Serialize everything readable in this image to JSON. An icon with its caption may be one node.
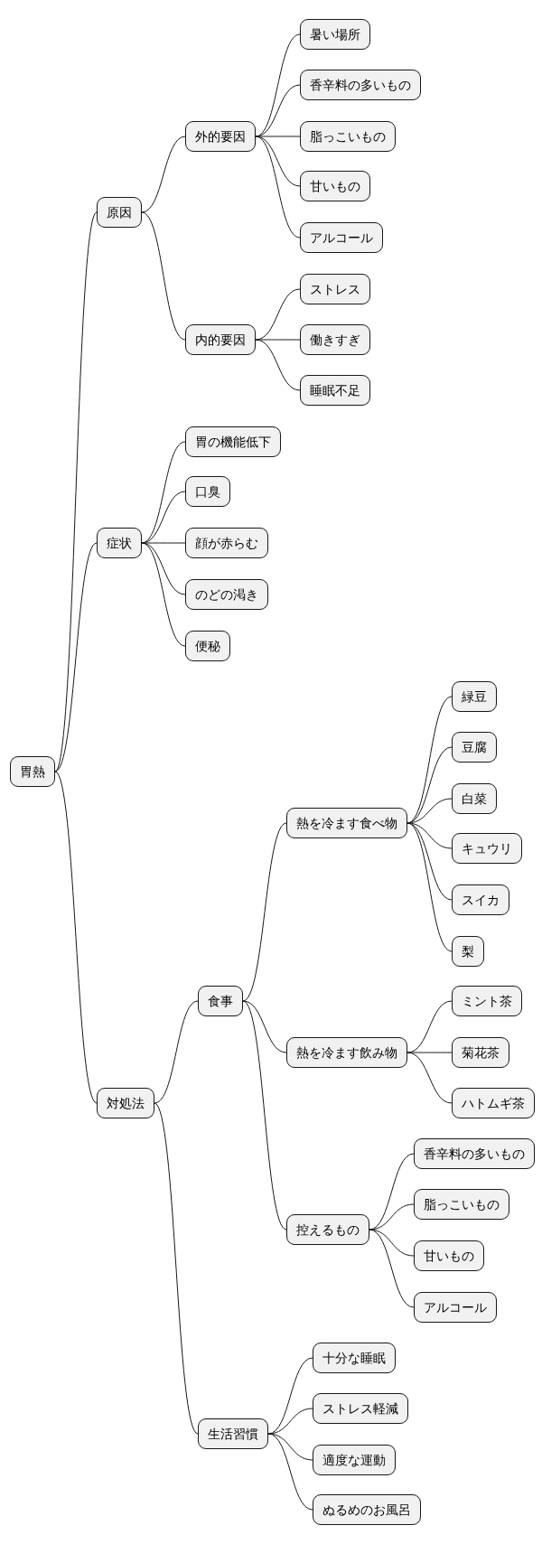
{
  "diagram": {
    "nodes": [
      {
        "text": [
          "胃熱"
        ]
      },
      {
        "text": [
          "原因"
        ]
      },
      {
        "text": [
          "外的要因"
        ]
      },
      {
        "text": [
          "暑い場所"
        ]
      },
      {
        "text": [
          "香辛料の多いもの"
        ]
      },
      {
        "text": [
          "脂っこいもの"
        ]
      },
      {
        "text": [
          "甘いもの"
        ]
      },
      {
        "text": [
          "アルコール"
        ]
      },
      {
        "text": [
          "内的要因"
        ]
      },
      {
        "text": [
          "ストレス"
        ]
      },
      {
        "text": [
          "働きすぎ"
        ]
      },
      {
        "text": [
          "睡眠不足"
        ]
      },
      {
        "text": [
          "症状"
        ]
      },
      {
        "text": [
          "胃の機能低下"
        ]
      },
      {
        "text": [
          "口臭"
        ]
      },
      {
        "text": [
          "顔が赤らむ"
        ]
      },
      {
        "text": [
          "のどの渇き"
        ]
      },
      {
        "text": [
          "便秘"
        ]
      },
      {
        "text": [
          "対処法"
        ]
      },
      {
        "text": [
          "食事"
        ]
      },
      {
        "text": [
          "熱を冷ます食べ物"
        ]
      },
      {
        "text": [
          "緑豆"
        ]
      },
      {
        "text": [
          "豆腐"
        ]
      },
      {
        "text": [
          "白菜"
        ]
      },
      {
        "text": [
          "キュウリ"
        ]
      },
      {
        "text": [
          "スイカ"
        ]
      },
      {
        "text": [
          "梨"
        ]
      },
      {
        "text": [
          "熱を冷ます飲み物"
        ]
      },
      {
        "text": [
          "ミント茶"
        ]
      },
      {
        "text": [
          "菊花茶"
        ]
      },
      {
        "text": [
          "ハトムギ茶"
        ]
      },
      {
        "text": [
          "控えるもの"
        ]
      },
      {
        "text": [
          "香辛料の多いもの"
        ]
      },
      {
        "text": [
          "脂っこいもの"
        ]
      },
      {
        "text": [
          "甘いもの"
        ]
      },
      {
        "text": [
          "アルコール"
        ]
      },
      {
        "text": [
          "生活習慣"
        ]
      },
      {
        "text": [
          "十分な睡眠"
        ]
      },
      {
        "text": [
          "ストレス軽減"
        ]
      },
      {
        "text": [
          "適度な運動"
        ]
      },
      {
        "text": [
          "ぬるめのお風呂"
        ]
      }
    ],
    "edges": [
      {
        "from": 0,
        "to": 1,
        "arrow": "none"
      },
      {
        "from": 1,
        "to": 2,
        "arrow": "none"
      },
      {
        "from": 2,
        "to": 3,
        "arrow": "none"
      },
      {
        "from": 2,
        "to": 4,
        "arrow": "none"
      },
      {
        "from": 2,
        "to": 5,
        "arrow": "none"
      },
      {
        "from": 2,
        "to": 6,
        "arrow": "none"
      },
      {
        "from": 2,
        "to": 7,
        "arrow": "none"
      },
      {
        "from": 1,
        "to": 8,
        "arrow": "none"
      },
      {
        "from": 8,
        "to": 9,
        "arrow": "none"
      },
      {
        "from": 8,
        "to": 10,
        "arrow": "none"
      },
      {
        "from": 8,
        "to": 11,
        "arrow": "none"
      },
      {
        "from": 0,
        "to": 12,
        "arrow": "none"
      },
      {
        "from": 12,
        "to": 13,
        "arrow": "none"
      },
      {
        "from": 12,
        "to": 14,
        "arrow": "none"
      },
      {
        "from": 12,
        "to": 15,
        "arrow": "none"
      },
      {
        "from": 12,
        "to": 16,
        "arrow": "none"
      },
      {
        "from": 12,
        "to": 17,
        "arrow": "none"
      },
      {
        "from": 0,
        "to": 18,
        "arrow": "none"
      },
      {
        "from": 18,
        "to": 19,
        "arrow": "none"
      },
      {
        "from": 19,
        "to": 20,
        "arrow": "none"
      },
      {
        "from": 20,
        "to": 21,
        "arrow": "none"
      },
      {
        "from": 20,
        "to": 22,
        "arrow": "none"
      },
      {
        "from": 20,
        "to": 23,
        "arrow": "none"
      },
      {
        "from": 20,
        "to": 24,
        "arrow": "none"
      },
      {
        "from": 20,
        "to": 25,
        "arrow": "none"
      },
      {
        "from": 20,
        "to": 26,
        "arrow": "none"
      },
      {
        "from": 19,
        "to": 27,
        "arrow": "none"
      },
      {
        "from": 27,
        "to": 28,
        "arrow": "none"
      },
      {
        "from": 27,
        "to": 29,
        "arrow": "none"
      },
      {
        "from": 27,
        "to": 30,
        "arrow": "none"
      },
      {
        "from": 19,
        "to": 31,
        "arrow": "none"
      },
      {
        "from": 31,
        "to": 32,
        "arrow": "none"
      },
      {
        "from": 31,
        "to": 33,
        "arrow": "none"
      },
      {
        "from": 31,
        "to": 34,
        "arrow": "none"
      },
      {
        "from": 31,
        "to": 35,
        "arrow": "none"
      },
      {
        "from": 18,
        "to": 36,
        "arrow": "none"
      },
      {
        "from": 36,
        "to": 37,
        "arrow": "none"
      },
      {
        "from": 36,
        "to": 38,
        "arrow": "none"
      },
      {
        "from": 36,
        "to": 39,
        "arrow": "none"
      },
      {
        "from": 36,
        "to": 40,
        "arrow": "none"
      }
    ]
  }
}
